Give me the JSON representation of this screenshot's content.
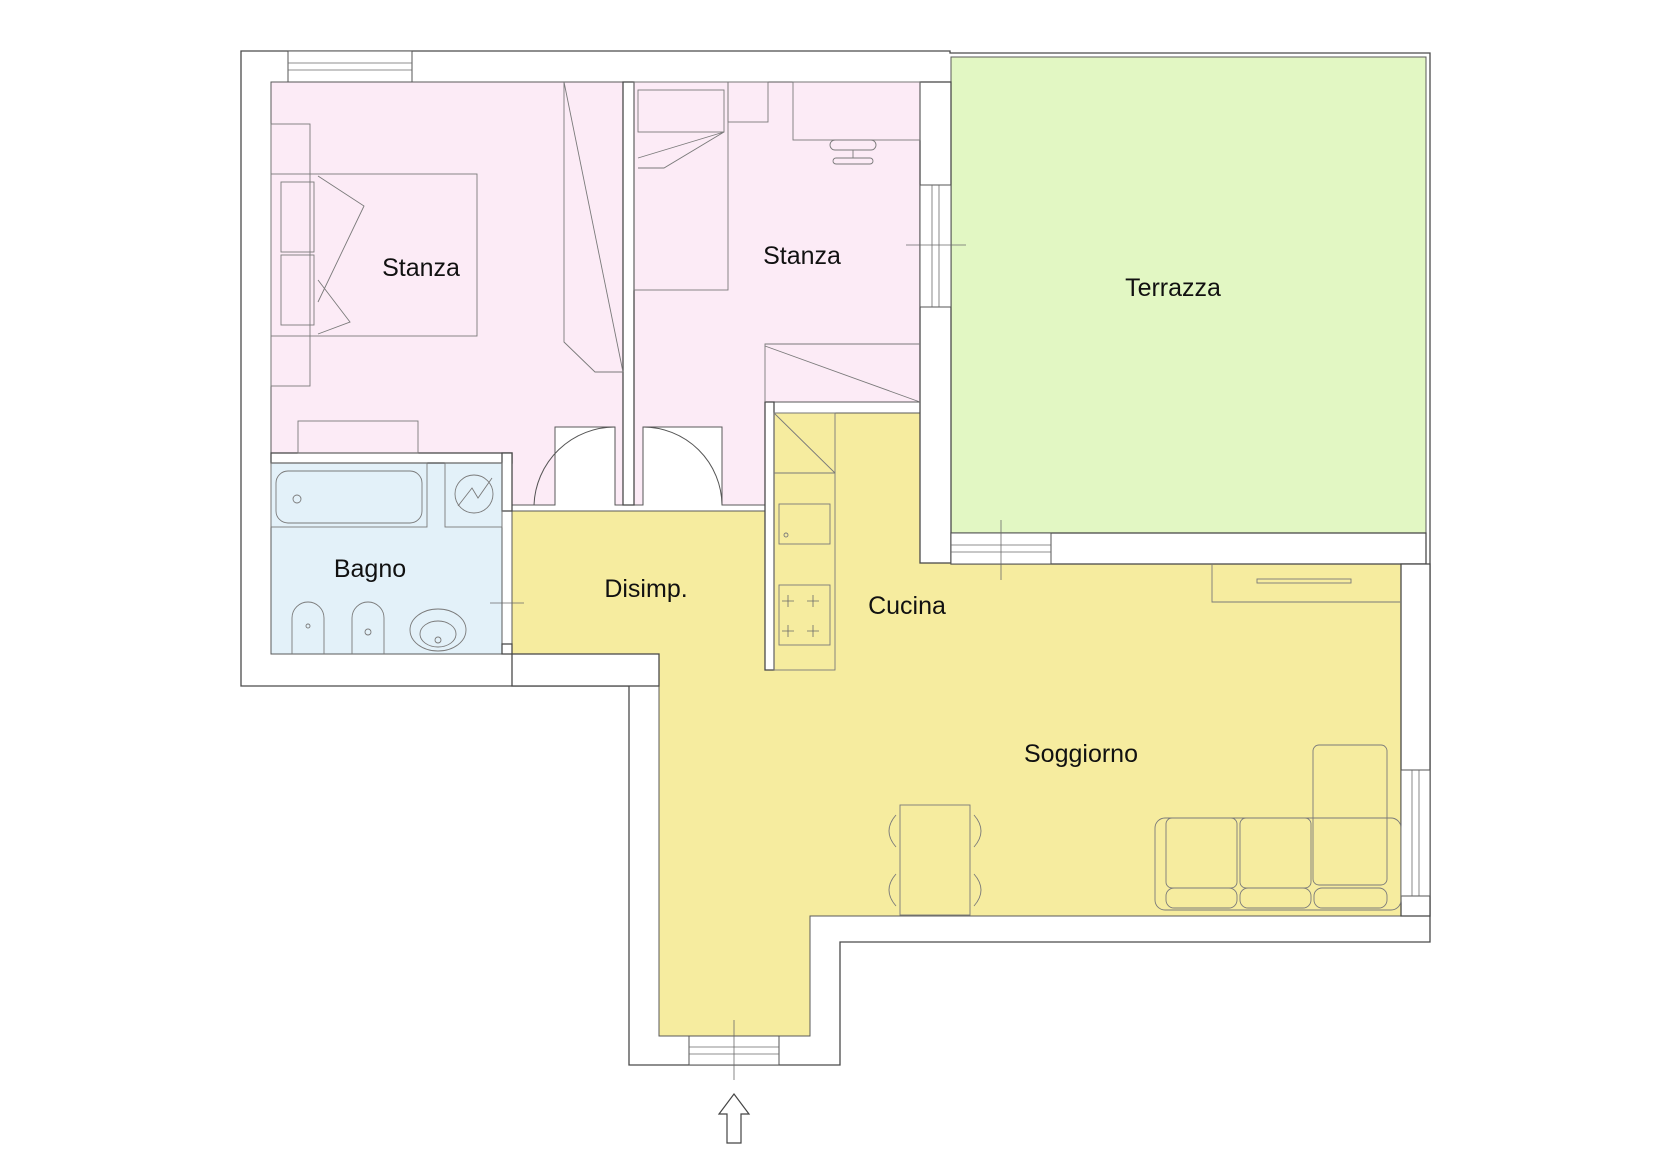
{
  "colors": {
    "bedroom": "#fcebf6",
    "bathroom": "#e3f1f9",
    "living": "#f6ec9f",
    "terrace": "#e2f7c3",
    "wall": "#ffffff",
    "outline": "#4a4a4a"
  },
  "rooms": {
    "stanza_1": "Stanza",
    "stanza_2": "Stanza",
    "terrazza": "Terrazza",
    "bagno": "Bagno",
    "disimpegno": "Disimp.",
    "cucina": "Cucina",
    "soggiorno": "Soggiorno"
  },
  "entrance": {
    "icon": "entrance-arrow-icon"
  }
}
